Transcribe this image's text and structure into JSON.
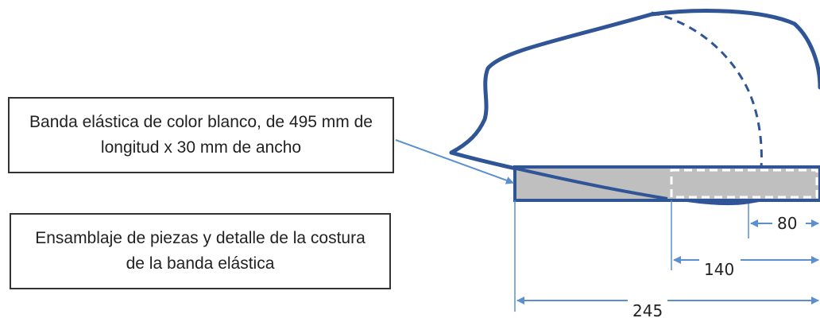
{
  "callouts": {
    "band_description": "Banda elástica de color blanco, de 495 mm de longitud x 30 mm de ancho",
    "assembly_note": "Ensamblaje de piezas y detalle de la costura de la banda elástica"
  },
  "dimensions": {
    "short": "80",
    "medium": "140",
    "long": "245"
  },
  "colors": {
    "outline": "#2f5597",
    "leader": "#5b8fd0",
    "band_fill": "#bfbfbf",
    "dash": "#ffffff"
  }
}
